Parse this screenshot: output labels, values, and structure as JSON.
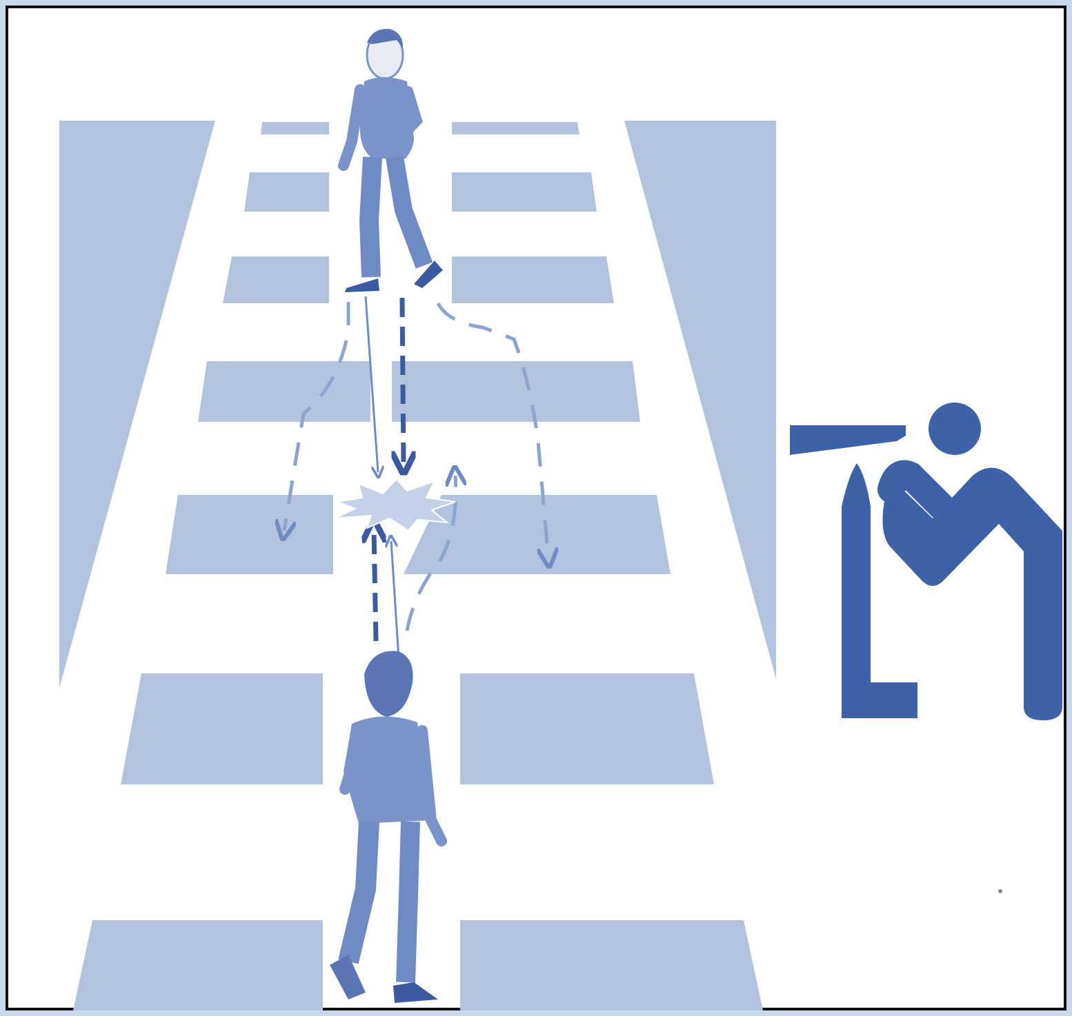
{
  "image": {
    "kind": "illustration",
    "subject": "crosswalk-collision-diagram",
    "elements": [
      {
        "name": "crosswalk",
        "icon": "crosswalk-icon"
      },
      {
        "name": "pedestrian-far",
        "icon": "walking-person-icon"
      },
      {
        "name": "pedestrian-near",
        "icon": "walking-person-back-icon"
      },
      {
        "name": "collision-point",
        "icon": "collision-burst-icon"
      },
      {
        "name": "observer",
        "icon": "person-telescope-icon"
      }
    ]
  },
  "colors": {
    "stripe": "#b3c3df",
    "side_wedge": "#b3c3df",
    "arrow": "#6f8bc4",
    "arrow_dark": "#3b5aa0",
    "person": "#7a93c8",
    "person_dark": "#5b75b5",
    "observer": "#3d62a8",
    "frame": "#cbd7ea",
    "background": "#ffffff"
  }
}
